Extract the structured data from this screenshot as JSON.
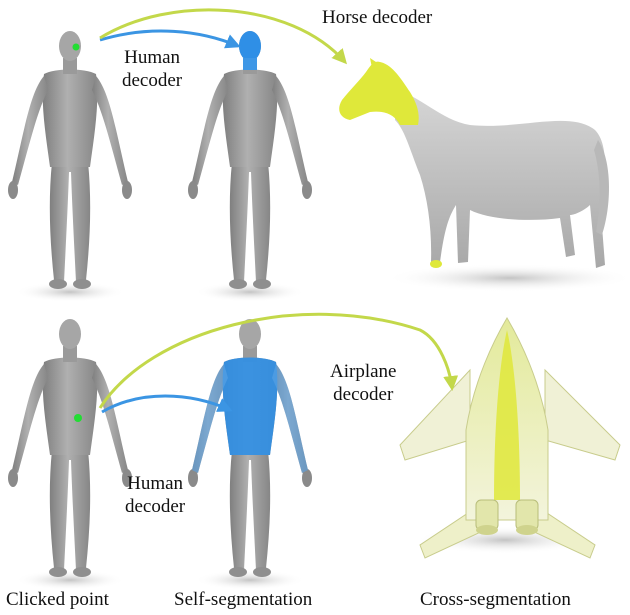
{
  "labels": {
    "horse_decoder": "Horse decoder",
    "human_decoder_top_l1": "Human",
    "human_decoder_top_l2": "decoder",
    "human_decoder_bottom_l1": "Human",
    "human_decoder_bottom_l2": "decoder",
    "airplane_decoder_l1": "Airplane",
    "airplane_decoder_l2": "decoder",
    "clicked_point": "Clicked point",
    "self_segmentation": "Self-segmentation",
    "cross_segmentation": "Cross-segmentation"
  },
  "colors": {
    "body_gray": "#9c9c9c",
    "body_shade": "#7d7d7d",
    "highlight_blue": "#2f8fe6",
    "highlight_yellow": "#dfe83a",
    "click_green": "#22dd33",
    "arrow_blue": "#3b95e3",
    "arrow_yellow": "#c3d84a",
    "airplane_body": "#eef0c9",
    "airplane_edge": "#c8cc8c"
  }
}
